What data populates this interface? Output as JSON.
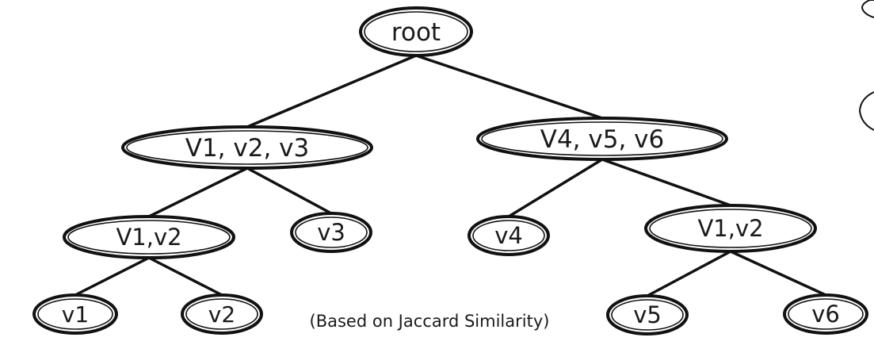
{
  "colors": {
    "stroke": "#111111",
    "fill": "#ffffff",
    "text": "#1a1a1a"
  },
  "tree": {
    "nodes": [
      {
        "id": "root",
        "label": "root"
      },
      {
        "id": "left-cluster",
        "label": "V1, v2, v3"
      },
      {
        "id": "right-cluster",
        "label": "V4, v5, v6"
      },
      {
        "id": "left-v1v2",
        "label": "V1,v2"
      },
      {
        "id": "left-v3",
        "label": "v3"
      },
      {
        "id": "right-v4",
        "label": "v4"
      },
      {
        "id": "right-v1v2",
        "label": "V1,v2"
      },
      {
        "id": "leaf-v1",
        "label": "v1"
      },
      {
        "id": "leaf-v2",
        "label": "v2"
      },
      {
        "id": "leaf-v5",
        "label": "v5"
      },
      {
        "id": "leaf-v6",
        "label": "v6"
      }
    ],
    "edges": [
      [
        "root",
        "left-cluster"
      ],
      [
        "root",
        "right-cluster"
      ],
      [
        "left-cluster",
        "left-v1v2"
      ],
      [
        "left-cluster",
        "left-v3"
      ],
      [
        "right-cluster",
        "right-v4"
      ],
      [
        "right-cluster",
        "right-v1v2"
      ],
      [
        "left-v1v2",
        "leaf-v1"
      ],
      [
        "left-v1v2",
        "leaf-v2"
      ],
      [
        "right-v1v2",
        "leaf-v5"
      ],
      [
        "right-v1v2",
        "leaf-v6"
      ]
    ]
  },
  "caption": "(Based on Jaccard Similarity)"
}
